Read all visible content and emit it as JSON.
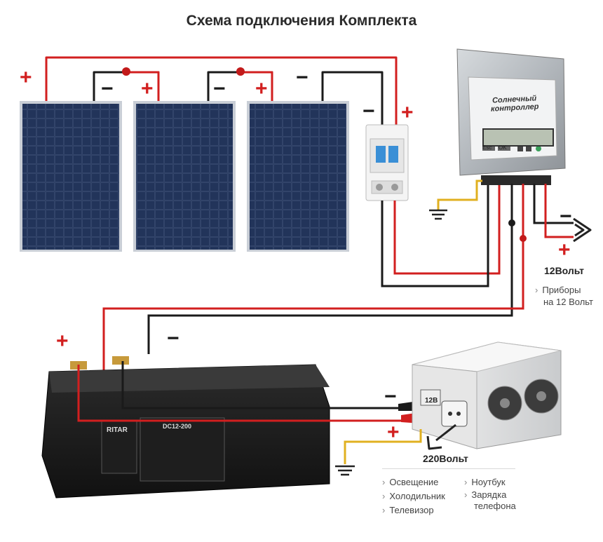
{
  "title": "Схема подключения Комплекта",
  "controller": {
    "label": "Солнечный контроллер",
    "button_labels": [
      "Esc",
      "OK"
    ]
  },
  "battery": {
    "brand": "RITAR",
    "model": "DC12-200"
  },
  "inverter": {
    "label": "12В"
  },
  "polarity": {
    "plus": "+",
    "minus": "−"
  },
  "dc_output": {
    "voltage": "12Вольт",
    "devices_line1": "Приборы",
    "devices_line2": "на 12 Вольт"
  },
  "ac_output": {
    "voltage": "220Вольт",
    "devices_left": [
      "Освещение",
      "Холодильник",
      "Телевизор"
    ],
    "devices_right_1": "Ноутбук",
    "devices_right_2a": "Зарядка",
    "devices_right_2b": "телефона"
  },
  "colors": {
    "positive_wire": "#d21f1f",
    "negative_wire": "#1a1a1a",
    "ground_wire": "#e0b020"
  }
}
